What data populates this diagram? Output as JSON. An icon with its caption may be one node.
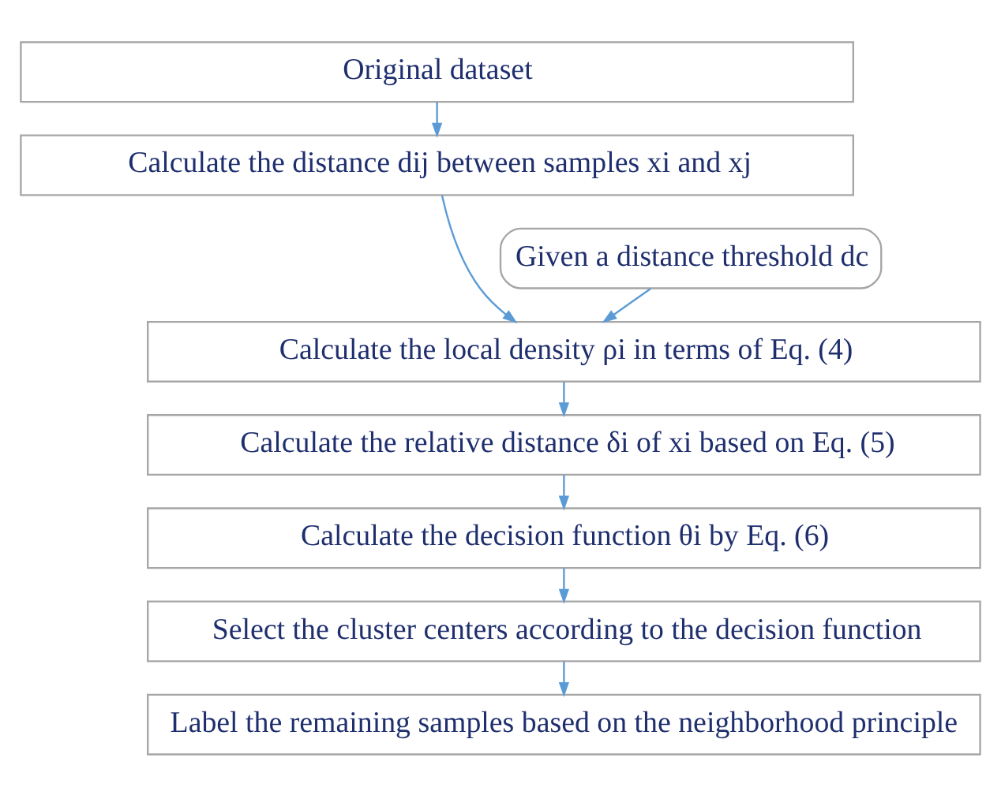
{
  "diagram": {
    "nodes": [
      {
        "text": [
          "Original dataset"
        ]
      },
      {
        "text": [
          "Calculate the distance dij between samples xi and xj"
        ]
      },
      {
        "text": [
          "Given a distance threshold dc"
        ]
      },
      {
        "text": [
          "Calculate the local density ρi in terms of Eq. (4)"
        ]
      },
      {
        "text": [
          "Calculate the relative distance δi of xi based on Eq. (5)"
        ]
      },
      {
        "text": [
          "Calculate the decision function θi by Eq. (6)"
        ]
      },
      {
        "text": [
          "Select the cluster centers according to the decision function"
        ]
      },
      {
        "text": [
          "Label the remaining samples based on the neighborhood principle"
        ]
      }
    ],
    "edges": [
      {
        "from": 0,
        "to": 1,
        "arrow": "to"
      },
      {
        "from": 1,
        "to": 3,
        "arrow": "to"
      },
      {
        "from": 2,
        "to": 3,
        "arrow": "to"
      },
      {
        "from": 3,
        "to": 4,
        "arrow": "to"
      },
      {
        "from": 4,
        "to": 5,
        "arrow": "to"
      },
      {
        "from": 5,
        "to": 6,
        "arrow": "to"
      },
      {
        "from": 6,
        "to": 7,
        "arrow": "to"
      }
    ]
  }
}
